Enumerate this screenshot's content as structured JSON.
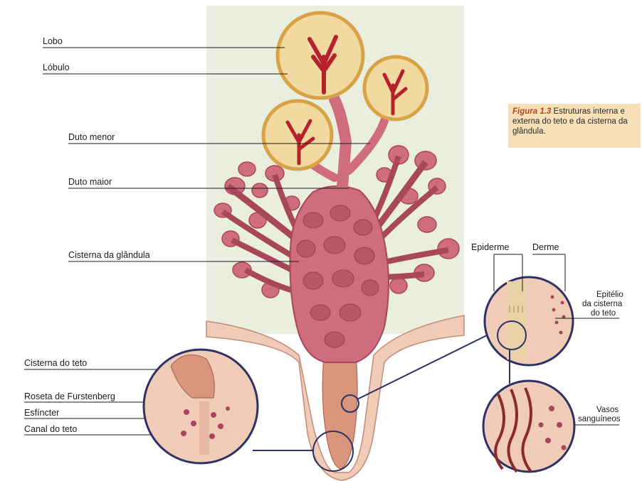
{
  "labels": {
    "lobo": "Lobo",
    "lobulo": "Lóbulo",
    "duto_menor": "Duto menor",
    "duto_maior": "Duto maior",
    "cisterna_glandula": "Cisterna da glândula",
    "cisterna_teto": "Cisterna do teto",
    "roseta": "Roseta de Furstenberg",
    "esfincter": "Esfíncter",
    "canal_teto": "Canal do teto",
    "epiderme": "Epiderme",
    "derme": "Derme",
    "epitelio": [
      "Epitélio",
      "da cisterna",
      "do teto"
    ],
    "vasos": [
      "Vasos",
      "sanguíneos"
    ]
  },
  "caption": {
    "figure_label": "Figura 1.3",
    "text": " Estruturas interna e externa do teto e da cisterna da glândula."
  },
  "colors": {
    "panel": "#e9eedf",
    "gland_tissue": "#cf6d7f",
    "gland_dark": "#a8465a",
    "lobe_fill": "#f2d9a0",
    "lobe_border": "#d8a347",
    "duct_red": "#b5212c",
    "teat_skin": "#f0cbb8",
    "circle_stroke": "#2d3164"
  }
}
